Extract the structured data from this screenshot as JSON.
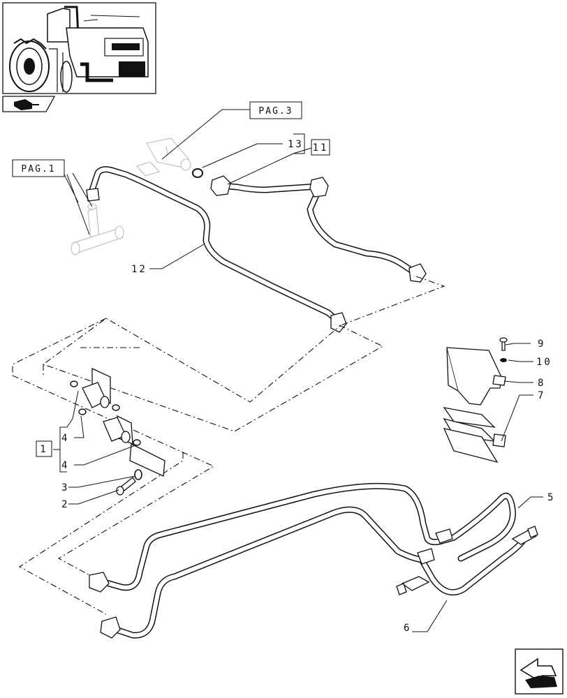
{
  "page_refs": {
    "page_3": "PAG.3",
    "page_1": "PAG.1"
  },
  "callouts": {
    "c13": "13",
    "c11": "11",
    "c12": "12",
    "c9": "9",
    "c10": "10",
    "c8": "8",
    "c7": "7",
    "c5": "5",
    "c6": "6",
    "c1": "1",
    "c4a": "4",
    "c4b": "4",
    "c3": "3",
    "c2": "2"
  },
  "icons": {
    "thumbnail": "tractor-thumbnail",
    "book": "book-icon",
    "next": "next-page-arrow-icon"
  },
  "colors": {
    "line": "#111111",
    "ghost": "#bbbbbb",
    "background": "#ffffff"
  }
}
